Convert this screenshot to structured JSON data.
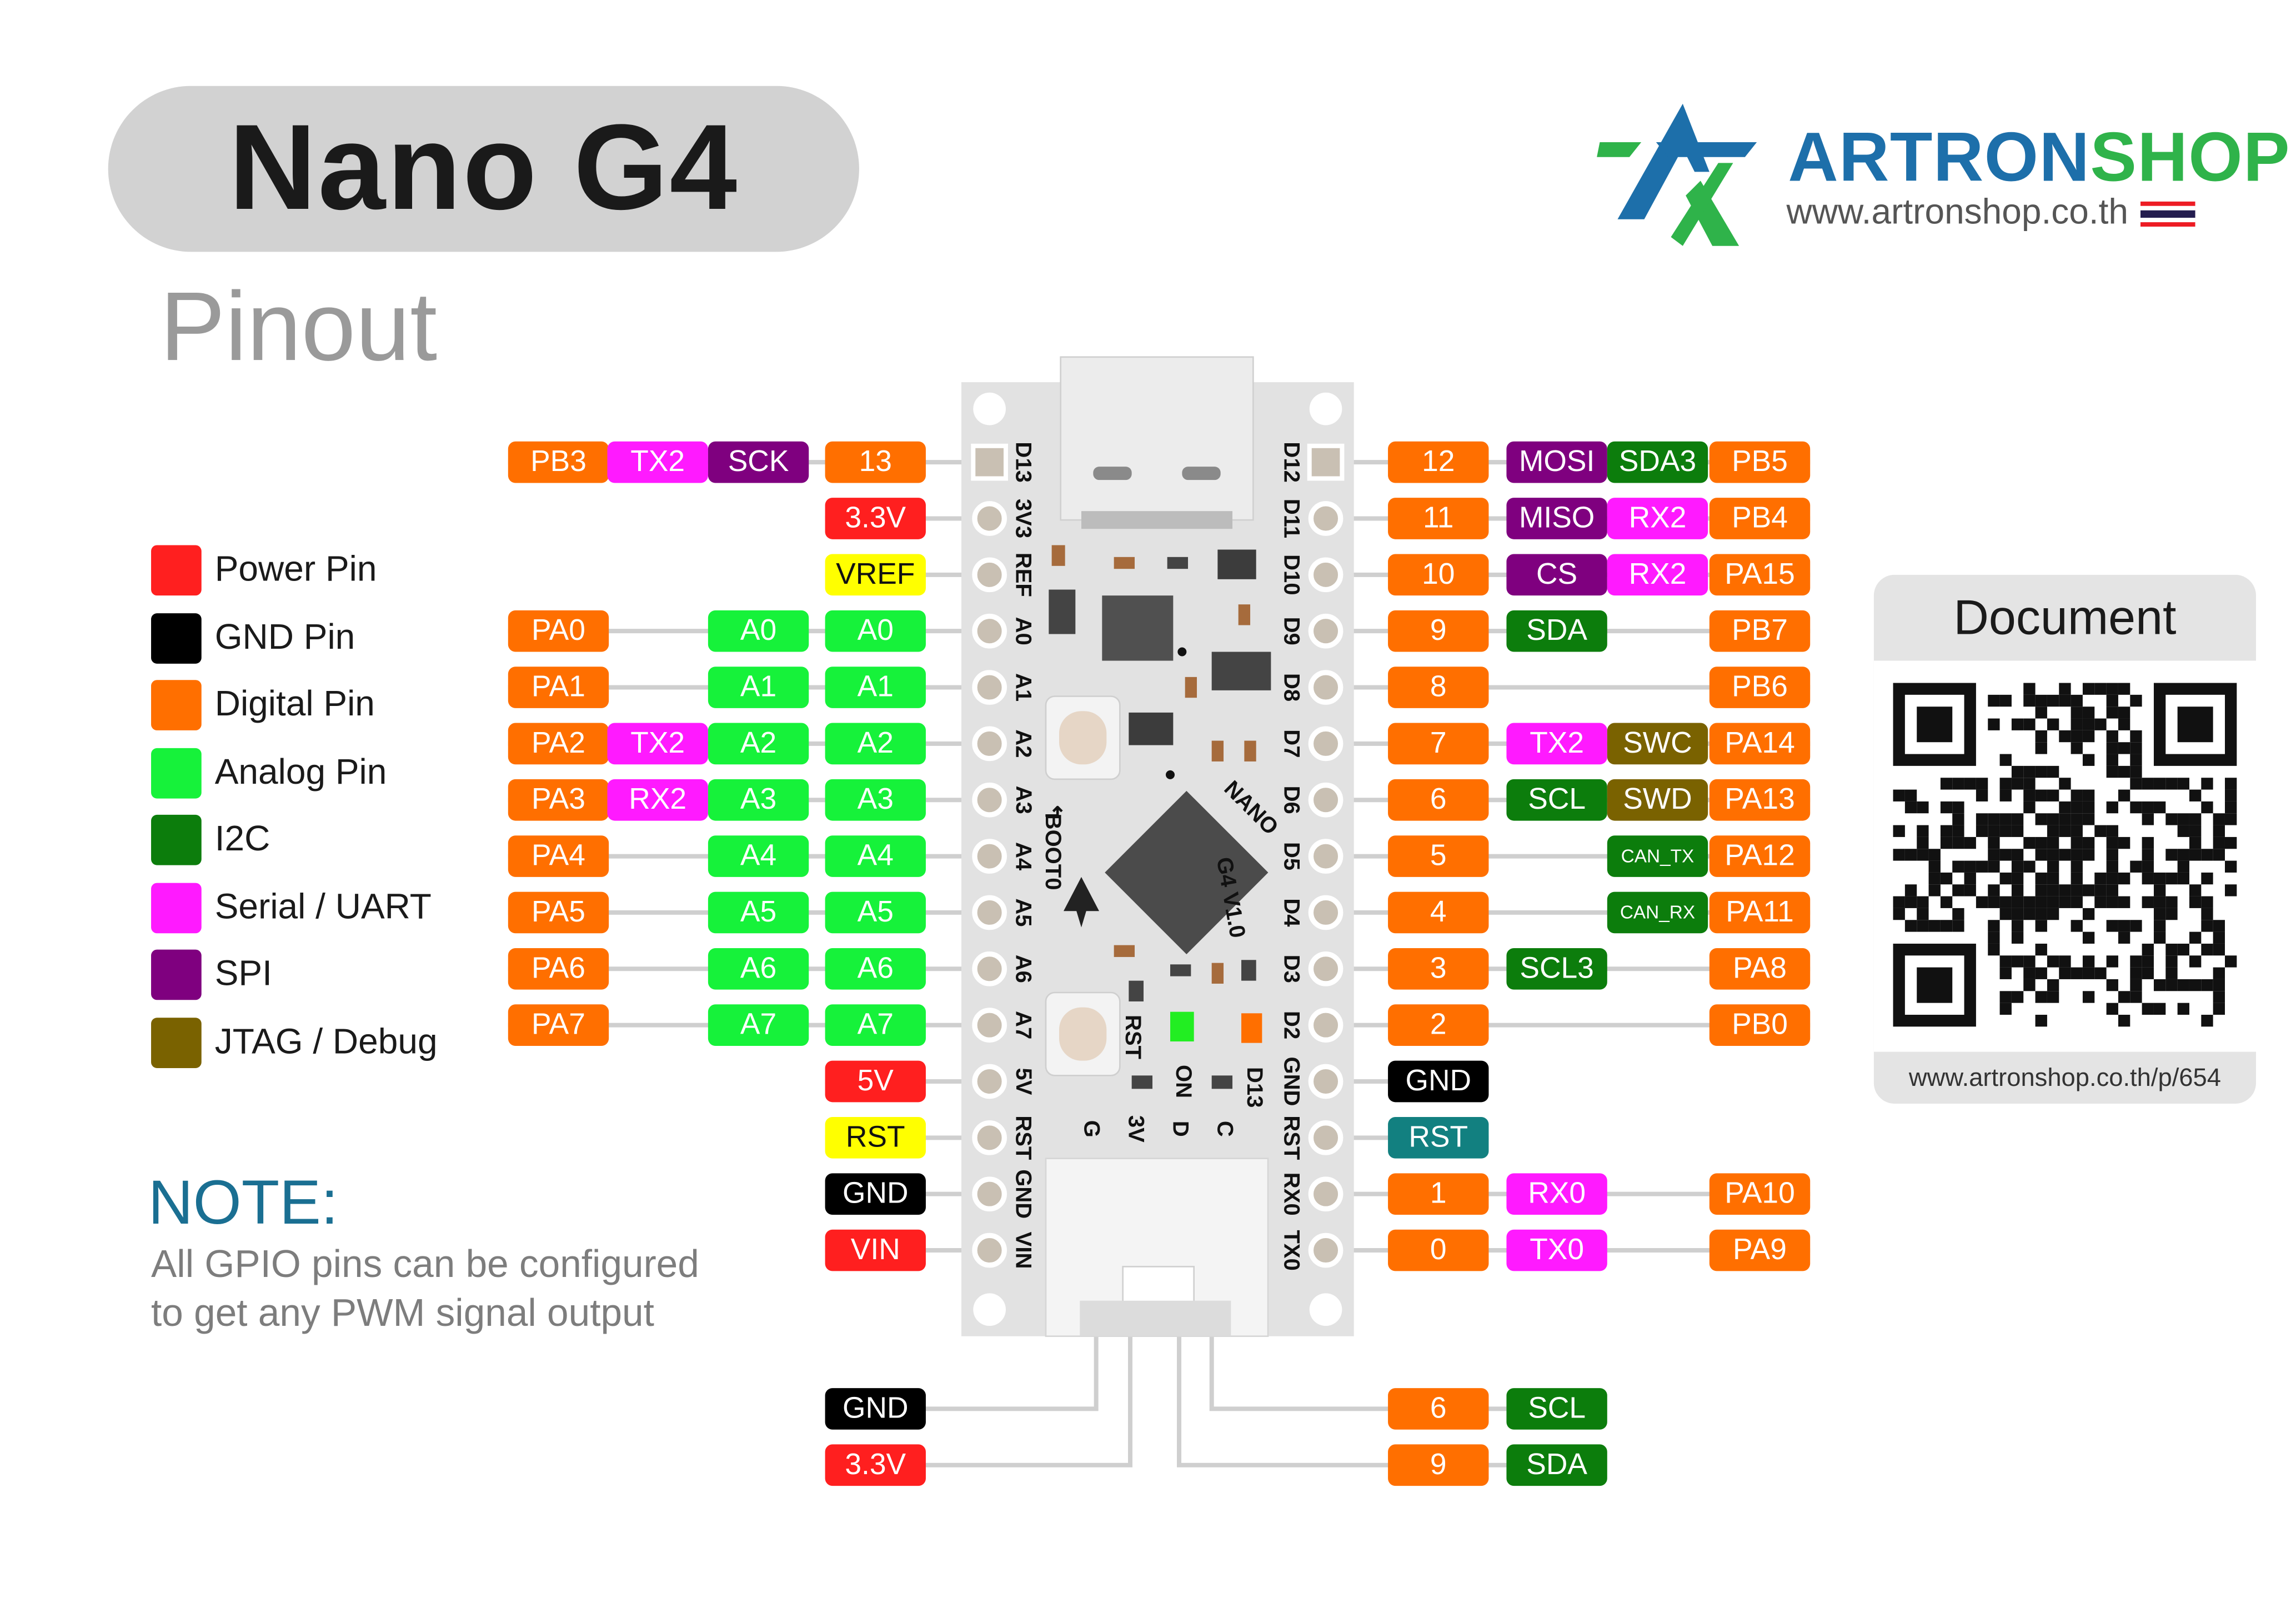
{
  "title": "Nano G4",
  "subtitle": "Pinout",
  "brand": {
    "name_part1": "ARTRON",
    "name_part2": "SHOP",
    "url": "www.artronshop.co.th"
  },
  "colors": {
    "power": "#ff1f1f",
    "gnd": "#000000",
    "digital": "#ff6f00",
    "analog": "#16f23a",
    "i2c": "#0c7d0c",
    "uart": "#ff1aff",
    "spi": "#7f007f",
    "jtag": "#7a6200",
    "vref": "#ffff00",
    "rst_yellow": "#ffff00",
    "rst_teal": "#128080",
    "brand_blue": "#1d6faa",
    "brand_green": "#2fb34a",
    "note_blue": "#1a6f92"
  },
  "legend": [
    {
      "label": "Power Pin",
      "color": "#ff1f1f"
    },
    {
      "label": "GND Pin",
      "color": "#000000"
    },
    {
      "label": "Digital Pin",
      "color": "#ff6f00"
    },
    {
      "label": "Analog Pin",
      "color": "#16f23a"
    },
    {
      "label": "I2C",
      "color": "#0c7d0c"
    },
    {
      "label": "Serial / UART",
      "color": "#ff1aff"
    },
    {
      "label": "SPI",
      "color": "#7f007f"
    },
    {
      "label": "JTAG / Debug",
      "color": "#7a6200"
    }
  ],
  "note": {
    "title": "NOTE:",
    "line1": "All GPIO pins can be configured",
    "line2": "to get any PWM signal output"
  },
  "document": {
    "title": "Document",
    "url": "www.artronshop.co.th/p/654"
  },
  "board": {
    "left_silk": [
      "D13",
      "3V3",
      "REF",
      "A0",
      "A1",
      "A2",
      "A3",
      "A4",
      "A5",
      "A6",
      "A7",
      "5V",
      "RST",
      "GND",
      "VIN"
    ],
    "right_silk": [
      "D12",
      "D11",
      "D10",
      "D9",
      "D8",
      "D7",
      "D6",
      "D5",
      "D4",
      "D3",
      "D2",
      "GND",
      "RST",
      "RX0",
      "TX0"
    ],
    "boot_label": "BOOT0",
    "rst_label": "RST",
    "model_line1": "NANO",
    "model_line2": "G4 V1.0",
    "led_on": "ON",
    "led_d13": "D13",
    "bottom_labels": [
      "G",
      "3V",
      "D",
      "C"
    ]
  },
  "left_pins": [
    {
      "main": "13",
      "mainType": "digital",
      "extras": [
        {
          "label": "PB3",
          "type": "digital",
          "col": 0
        },
        {
          "label": "TX2",
          "type": "uart",
          "col": 1
        },
        {
          "label": "SCK",
          "type": "spi",
          "col": 2
        }
      ]
    },
    {
      "main": "3.3V",
      "mainType": "power",
      "extras": []
    },
    {
      "main": "VREF",
      "mainType": "vref",
      "extras": []
    },
    {
      "main": "A0",
      "mainType": "analog",
      "extras": [
        {
          "label": "PA0",
          "type": "digital",
          "col": 0
        },
        {
          "label": "A0",
          "type": "analog",
          "col": 2
        }
      ]
    },
    {
      "main": "A1",
      "mainType": "analog",
      "extras": [
        {
          "label": "PA1",
          "type": "digital",
          "col": 0
        },
        {
          "label": "A1",
          "type": "analog",
          "col": 2
        }
      ]
    },
    {
      "main": "A2",
      "mainType": "analog",
      "extras": [
        {
          "label": "PA2",
          "type": "digital",
          "col": 0
        },
        {
          "label": "TX2",
          "type": "uart",
          "col": 1
        },
        {
          "label": "A2",
          "type": "analog",
          "col": 2
        }
      ]
    },
    {
      "main": "A3",
      "mainType": "analog",
      "extras": [
        {
          "label": "PA3",
          "type": "digital",
          "col": 0
        },
        {
          "label": "RX2",
          "type": "uart",
          "col": 1
        },
        {
          "label": "A3",
          "type": "analog",
          "col": 2
        }
      ]
    },
    {
      "main": "A4",
      "mainType": "analog",
      "extras": [
        {
          "label": "PA4",
          "type": "digital",
          "col": 0
        },
        {
          "label": "A4",
          "type": "analog",
          "col": 2
        }
      ]
    },
    {
      "main": "A5",
      "mainType": "analog",
      "extras": [
        {
          "label": "PA5",
          "type": "digital",
          "col": 0
        },
        {
          "label": "A5",
          "type": "analog",
          "col": 2
        }
      ]
    },
    {
      "main": "A6",
      "mainType": "analog",
      "extras": [
        {
          "label": "PA6",
          "type": "digital",
          "col": 0
        },
        {
          "label": "A6",
          "type": "analog",
          "col": 2
        }
      ]
    },
    {
      "main": "A7",
      "mainType": "analog",
      "extras": [
        {
          "label": "PA7",
          "type": "digital",
          "col": 0
        },
        {
          "label": "A7",
          "type": "analog",
          "col": 2
        }
      ]
    },
    {
      "main": "5V",
      "mainType": "power",
      "extras": []
    },
    {
      "main": "RST",
      "mainType": "rst_yellow",
      "extras": []
    },
    {
      "main": "GND",
      "mainType": "gnd",
      "extras": []
    },
    {
      "main": "VIN",
      "mainType": "power",
      "extras": []
    }
  ],
  "right_pins": [
    {
      "main": "12",
      "mainType": "digital",
      "extras": [
        {
          "label": "MOSI",
          "type": "spi",
          "col": 0
        },
        {
          "label": "SDA3",
          "type": "i2c",
          "col": 1
        },
        {
          "label": "PB5",
          "type": "digital",
          "col": 2
        }
      ]
    },
    {
      "main": "11",
      "mainType": "digital",
      "extras": [
        {
          "label": "MISO",
          "type": "spi",
          "col": 0
        },
        {
          "label": "RX2",
          "type": "uart",
          "col": 1
        },
        {
          "label": "PB4",
          "type": "digital",
          "col": 2
        }
      ]
    },
    {
      "main": "10",
      "mainType": "digital",
      "extras": [
        {
          "label": "CS",
          "type": "spi",
          "col": 0
        },
        {
          "label": "RX2",
          "type": "uart",
          "col": 1
        },
        {
          "label": "PA15",
          "type": "digital",
          "col": 2
        }
      ]
    },
    {
      "main": "9",
      "mainType": "digital",
      "extras": [
        {
          "label": "SDA",
          "type": "i2c",
          "col": 0
        },
        {
          "label": "PB7",
          "type": "digital",
          "col": 2
        }
      ]
    },
    {
      "main": "8",
      "mainType": "digital",
      "extras": [
        {
          "label": "PB6",
          "type": "digital",
          "col": 2
        }
      ]
    },
    {
      "main": "7",
      "mainType": "digital",
      "extras": [
        {
          "label": "TX2",
          "type": "uart",
          "col": 0
        },
        {
          "label": "SWC",
          "type": "jtag",
          "col": 1
        },
        {
          "label": "PA14",
          "type": "digital",
          "col": 2
        }
      ]
    },
    {
      "main": "6",
      "mainType": "digital",
      "extras": [
        {
          "label": "SCL",
          "type": "i2c",
          "col": 0
        },
        {
          "label": "SWD",
          "type": "jtag",
          "col": 1
        },
        {
          "label": "PA13",
          "type": "digital",
          "col": 2
        }
      ]
    },
    {
      "main": "5",
      "mainType": "digital",
      "extras": [
        {
          "label": "CAN_TX",
          "type": "i2c",
          "col": 1,
          "small": true
        },
        {
          "label": "PA12",
          "type": "digital",
          "col": 2
        }
      ]
    },
    {
      "main": "4",
      "mainType": "digital",
      "extras": [
        {
          "label": "CAN_RX",
          "type": "i2c",
          "col": 1,
          "small": true
        },
        {
          "label": "PA11",
          "type": "digital",
          "col": 2
        }
      ]
    },
    {
      "main": "3",
      "mainType": "digital",
      "extras": [
        {
          "label": "SCL3",
          "type": "i2c",
          "col": 0
        },
        {
          "label": "PA8",
          "type": "digital",
          "col": 2
        }
      ]
    },
    {
      "main": "2",
      "mainType": "digital",
      "extras": [
        {
          "label": "PB0",
          "type": "digital",
          "col": 2
        }
      ]
    },
    {
      "main": "GND",
      "mainType": "gnd",
      "extras": []
    },
    {
      "main": "RST",
      "mainType": "rst_teal",
      "extras": []
    },
    {
      "main": "1",
      "mainType": "digital",
      "extras": [
        {
          "label": "RX0",
          "type": "uart",
          "col": 0
        },
        {
          "label": "PA10",
          "type": "digital",
          "col": 2
        }
      ]
    },
    {
      "main": "0",
      "mainType": "digital",
      "extras": [
        {
          "label": "TX0",
          "type": "uart",
          "col": 0
        },
        {
          "label": "PA9",
          "type": "digital",
          "col": 2
        }
      ]
    }
  ],
  "bottom_pins": {
    "left": [
      {
        "label": "GND",
        "type": "gnd"
      },
      {
        "label": "3.3V",
        "type": "power"
      }
    ],
    "right": [
      {
        "main": "6",
        "mainType": "digital",
        "extra": "SCL",
        "extraType": "i2c"
      },
      {
        "main": "9",
        "mainType": "digital",
        "extra": "SDA",
        "extraType": "i2c"
      }
    ]
  }
}
